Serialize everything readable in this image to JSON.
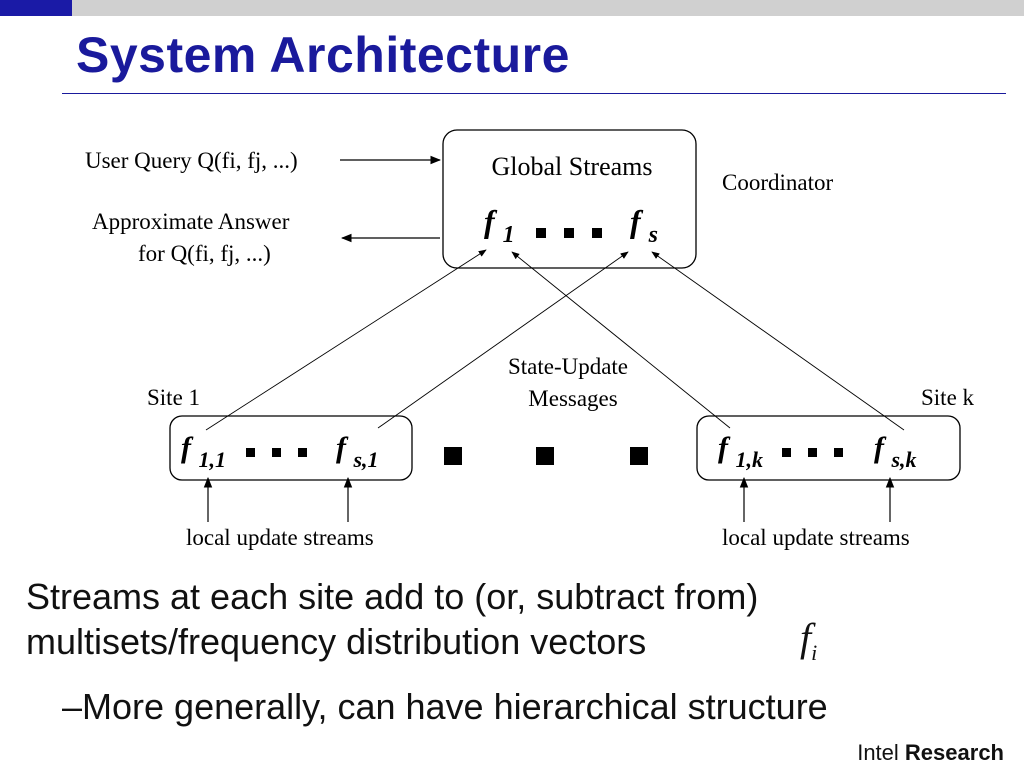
{
  "slide": {
    "title": "System Architecture"
  },
  "diagram": {
    "coordinator_box": {
      "heading": "Global Streams",
      "stream_first": "f",
      "stream_first_sub": "1",
      "stream_last": "f",
      "stream_last_sub": "s"
    },
    "coordinator_label": "Coordinator",
    "user_query": "User Query Q(fi, fj, ...)",
    "approx_answer_line1": "Approximate Answer",
    "approx_answer_line2": "for Q(fi, fj, ...)",
    "state_update_line1": "State-Update",
    "state_update_line2": "Messages",
    "site1": {
      "label": "Site 1",
      "first": "f",
      "first_sub": "1,1",
      "last": "f",
      "last_sub": "s,1",
      "local_streams": "local update streams"
    },
    "sitek": {
      "label": "Site k",
      "first": "f",
      "first_sub": "1,k",
      "last": "f",
      "last_sub": "s,k",
      "local_streams": "local update streams"
    }
  },
  "bullets": {
    "line1": "Streams at each site add to (or, subtract from)",
    "line2": "multisets/frequency distribution vectors",
    "formula_base": "f",
    "formula_sub": "i",
    "sub_bullet": "–More generally, can have hierarchical structure"
  },
  "footer": {
    "brand": "Intel",
    "brand_strong": "Research"
  },
  "colors": {
    "title": "#1a1a9c",
    "accent_bar": "#1a1aa6",
    "gray_bar": "#d0d0d0"
  }
}
